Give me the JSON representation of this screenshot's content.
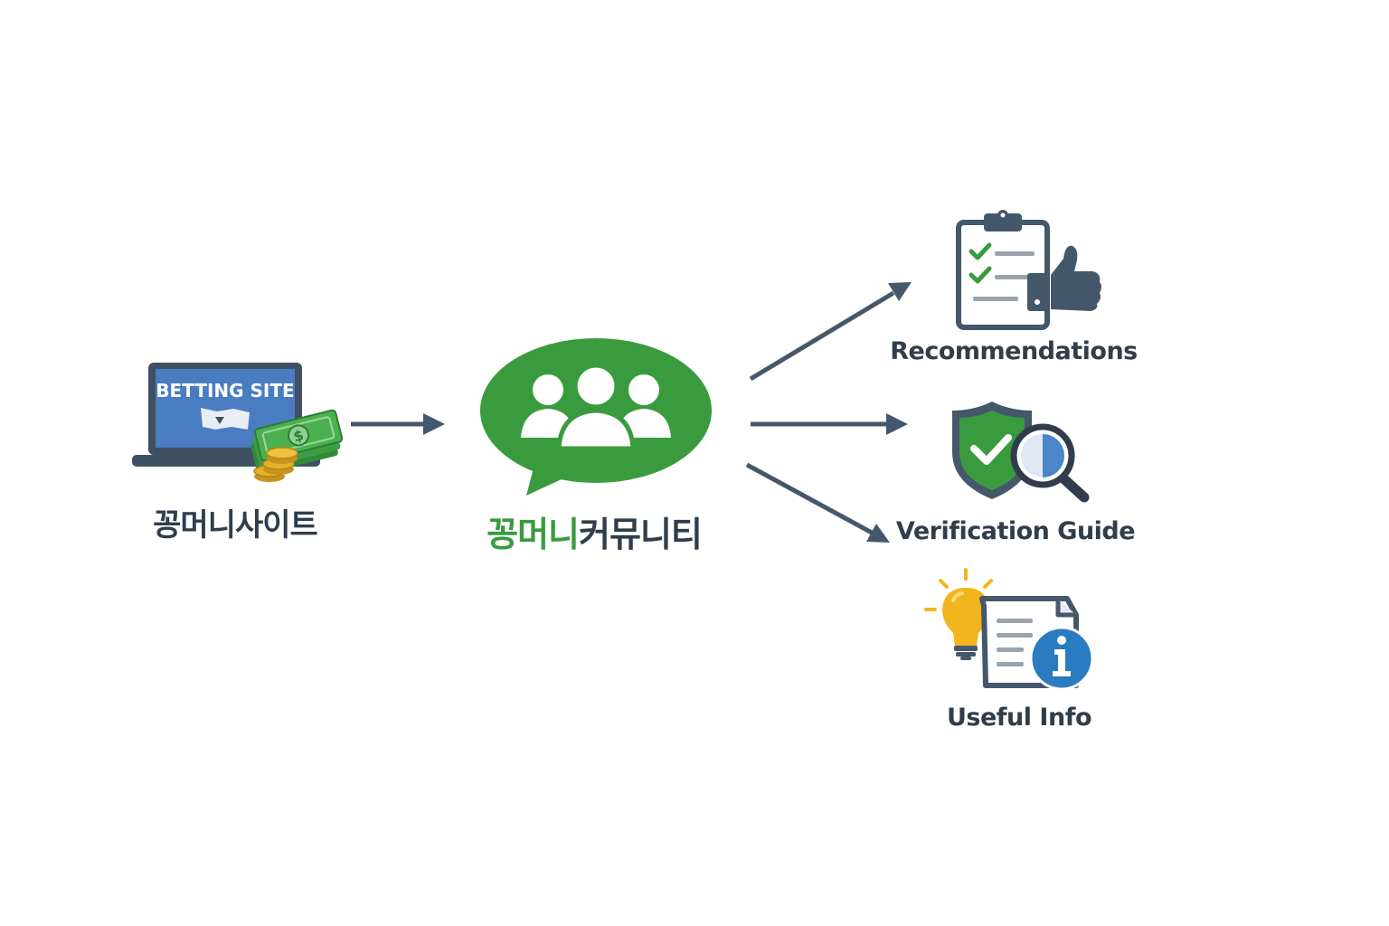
{
  "source": {
    "screen_text": "BETTING SITE",
    "label": "꽁머니사이트"
  },
  "hub": {
    "label_green": "꽁머니",
    "label_dark": "커뮤니티"
  },
  "outputs": [
    {
      "label": "Recommendations",
      "icon": "clipboard-thumbs-up-icon"
    },
    {
      "label": "Verification Guide",
      "icon": "shield-magnifier-icon"
    },
    {
      "label": "Useful Info",
      "icon": "lightbulb-info-document-icon"
    }
  ],
  "colors": {
    "dark_slate": "#45586b",
    "text_dark": "#2f3d4c",
    "brand_green": "#3a9b3e",
    "screen_blue": "#4a7cc2",
    "info_blue": "#2a7bc0",
    "bulb_yellow": "#f2b51d",
    "money_green": "#4cb050",
    "coin_gold": "#e3b22a"
  }
}
